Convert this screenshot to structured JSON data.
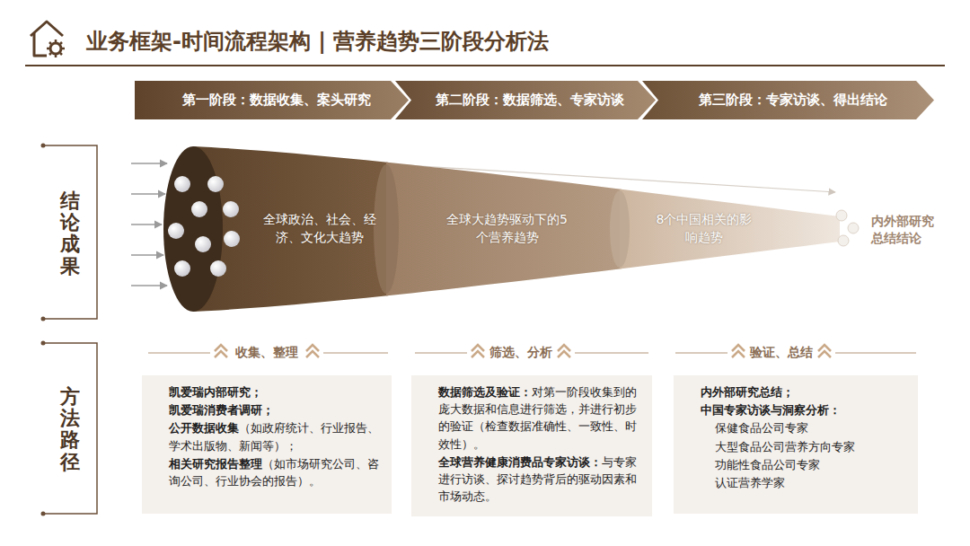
{
  "diagram": {
    "title": "业务框架-时间流程架构 | 营养趋势三阶段分析法",
    "nodes": [
      {
        "text": [
          "第一阶段：数据收集、案头研究"
        ]
      },
      {
        "text": [
          "第二阶段：数据筛选、专家访谈"
        ]
      },
      {
        "text": [
          "第三阶段：专家访谈、得出结论"
        ]
      },
      {
        "text": [
          "全球政治、社会、经济、文化大趋势"
        ]
      },
      {
        "text": [
          "全球大趋势驱动下的5个营养趋势"
        ]
      },
      {
        "text": [
          "8个中国相关的影响趋势"
        ]
      },
      {
        "text": [
          "凯爱瑞内部研究；",
          "凯爱瑞消费者调研；",
          "公开数据收集",
          "（如政府统计、行业报告、学术出版物、新闻等）；",
          "相关研究报告整理",
          "（如市场研究公司、咨询公司、行业协会的报告）。"
        ]
      },
      {
        "text": [
          "数据筛选及验证：",
          "对第一阶段收集到的庞大数据和信息进行筛选，并进行初步的验证（检查数据准确性、一致性、时效性）。",
          "全球营养健康消费品专家访谈：",
          "与专家进行访谈、探讨趋势背后的驱动因素和市场动态。"
        ]
      },
      {
        "text": [
          "内外部研究总结；",
          "中国专家访谈与洞察分析：",
          "保健食品公司专家",
          "大型食品公司营养方向专家",
          "功能性食品公司专家",
          "认证营养学家"
        ]
      }
    ],
    "labels": [
      "结论成果",
      "方法路径",
      "内外部研究总结结论",
      "收集、整理",
      "筛选、分析",
      "验证、总结"
    ]
  }
}
